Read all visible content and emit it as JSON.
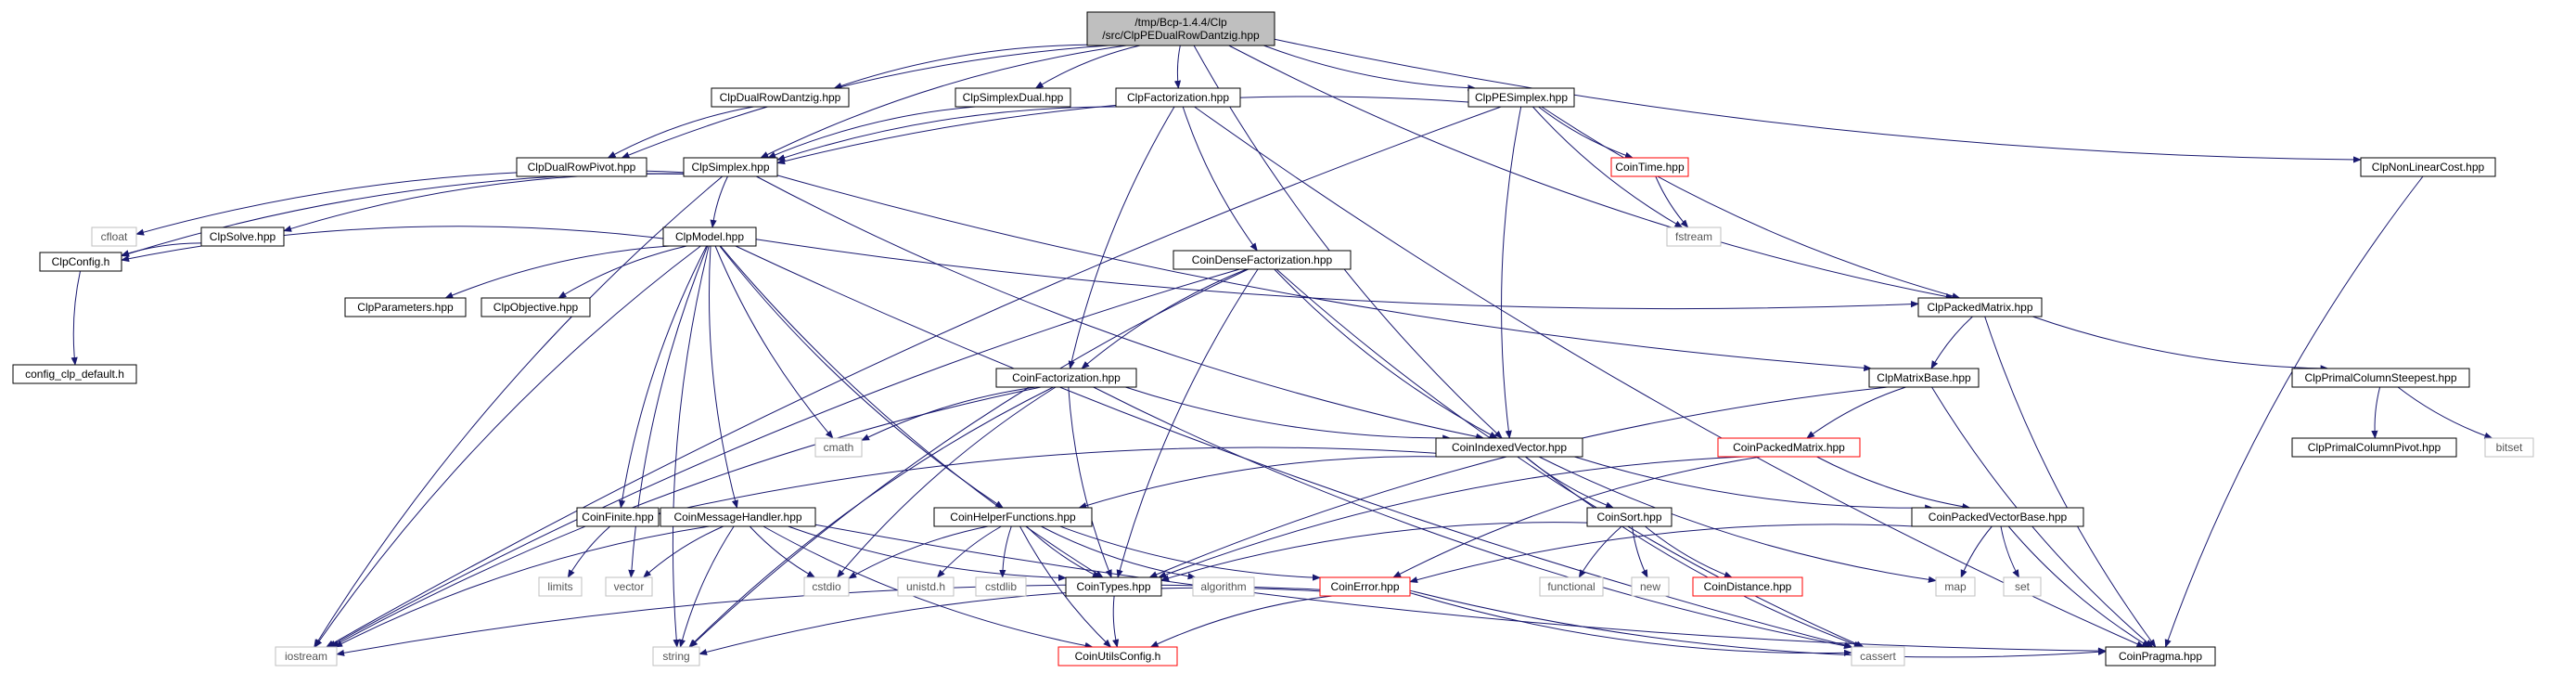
{
  "colors": {
    "edge": "#191970",
    "node_border": "#000000",
    "node_text": "#000000",
    "root_fill": "#bfbfbf",
    "truncated_border": "#ff0000",
    "system_border": "#bfbfbf",
    "system_text": "#555555"
  },
  "nodes": [
    {
      "id": "root",
      "lines": [
        "/tmp/Bcp-1.4.4/Clp",
        "/src/ClpPEDualRowDantzig.hpp"
      ],
      "kind": "root"
    },
    {
      "id": "ClpDualRowDantzig",
      "lines": [
        "ClpDualRowDantzig.hpp"
      ],
      "kind": "normal"
    },
    {
      "id": "ClpSimplexDual",
      "lines": [
        "ClpSimplexDual.hpp"
      ],
      "kind": "normal"
    },
    {
      "id": "ClpFactorization",
      "lines": [
        "ClpFactorization.hpp"
      ],
      "kind": "normal"
    },
    {
      "id": "ClpPESimplex",
      "lines": [
        "ClpPESimplex.hpp"
      ],
      "kind": "normal"
    },
    {
      "id": "ClpNonLinearCost",
      "lines": [
        "ClpNonLinearCost.hpp"
      ],
      "kind": "normal"
    },
    {
      "id": "ClpDualRowPivot",
      "lines": [
        "ClpDualRowPivot.hpp"
      ],
      "kind": "normal"
    },
    {
      "id": "ClpSimplex",
      "lines": [
        "ClpSimplex.hpp"
      ],
      "kind": "normal"
    },
    {
      "id": "CoinTime",
      "lines": [
        "CoinTime.hpp"
      ],
      "kind": "truncated"
    },
    {
      "id": "fstream",
      "lines": [
        "fstream"
      ],
      "kind": "system"
    },
    {
      "id": "cfloat",
      "lines": [
        "cfloat"
      ],
      "kind": "system"
    },
    {
      "id": "ClpSolve",
      "lines": [
        "ClpSolve.hpp"
      ],
      "kind": "normal"
    },
    {
      "id": "ClpModel",
      "lines": [
        "ClpModel.hpp"
      ],
      "kind": "normal"
    },
    {
      "id": "ClpConfig",
      "lines": [
        "ClpConfig.h"
      ],
      "kind": "normal"
    },
    {
      "id": "config_clp_default",
      "lines": [
        "config_clp_default.h"
      ],
      "kind": "normal"
    },
    {
      "id": "ClpParameters",
      "lines": [
        "ClpParameters.hpp"
      ],
      "kind": "normal"
    },
    {
      "id": "ClpObjective",
      "lines": [
        "ClpObjective.hpp"
      ],
      "kind": "normal"
    },
    {
      "id": "CoinDenseFactorization",
      "lines": [
        "CoinDenseFactorization.hpp"
      ],
      "kind": "normal"
    },
    {
      "id": "ClpPackedMatrix",
      "lines": [
        "ClpPackedMatrix.hpp"
      ],
      "kind": "normal"
    },
    {
      "id": "ClpMatrixBase",
      "lines": [
        "ClpMatrixBase.hpp"
      ],
      "kind": "normal"
    },
    {
      "id": "ClpPrimalColumnSteepest",
      "lines": [
        "ClpPrimalColumnSteepest.hpp"
      ],
      "kind": "normal"
    },
    {
      "id": "ClpPrimalColumnPivot",
      "lines": [
        "ClpPrimalColumnPivot.hpp"
      ],
      "kind": "normal"
    },
    {
      "id": "bitset",
      "lines": [
        "bitset"
      ],
      "kind": "system"
    },
    {
      "id": "CoinFactorization",
      "lines": [
        "CoinFactorization.hpp"
      ],
      "kind": "normal"
    },
    {
      "id": "cmath",
      "lines": [
        "cmath"
      ],
      "kind": "system"
    },
    {
      "id": "CoinIndexedVector",
      "lines": [
        "CoinIndexedVector.hpp"
      ],
      "kind": "normal"
    },
    {
      "id": "CoinPackedMatrix",
      "lines": [
        "CoinPackedMatrix.hpp"
      ],
      "kind": "truncated"
    },
    {
      "id": "CoinFinite",
      "lines": [
        "CoinFinite.hpp"
      ],
      "kind": "normal"
    },
    {
      "id": "CoinMessageHandler",
      "lines": [
        "CoinMessageHandler.hpp"
      ],
      "kind": "normal"
    },
    {
      "id": "CoinHelperFunctions",
      "lines": [
        "CoinHelperFunctions.hpp"
      ],
      "kind": "normal"
    },
    {
      "id": "CoinSort",
      "lines": [
        "CoinSort.hpp"
      ],
      "kind": "normal"
    },
    {
      "id": "CoinPackedVectorBase",
      "lines": [
        "CoinPackedVectorBase.hpp"
      ],
      "kind": "normal"
    },
    {
      "id": "limits",
      "lines": [
        "limits"
      ],
      "kind": "system"
    },
    {
      "id": "vector",
      "lines": [
        "vector"
      ],
      "kind": "system"
    },
    {
      "id": "cstdio",
      "lines": [
        "cstdio"
      ],
      "kind": "system"
    },
    {
      "id": "unistd",
      "lines": [
        "unistd.h"
      ],
      "kind": "system"
    },
    {
      "id": "cstdlib",
      "lines": [
        "cstdlib"
      ],
      "kind": "system"
    },
    {
      "id": "CoinTypes",
      "lines": [
        "CoinTypes.hpp"
      ],
      "kind": "normal"
    },
    {
      "id": "algorithm",
      "lines": [
        "algorithm"
      ],
      "kind": "system"
    },
    {
      "id": "CoinError",
      "lines": [
        "CoinError.hpp"
      ],
      "kind": "truncated"
    },
    {
      "id": "functional",
      "lines": [
        "functional"
      ],
      "kind": "system"
    },
    {
      "id": "new",
      "lines": [
        "new"
      ],
      "kind": "system"
    },
    {
      "id": "CoinDistance",
      "lines": [
        "CoinDistance.hpp"
      ],
      "kind": "truncated"
    },
    {
      "id": "map",
      "lines": [
        "map"
      ],
      "kind": "system"
    },
    {
      "id": "set",
      "lines": [
        "set"
      ],
      "kind": "system"
    },
    {
      "id": "iostream",
      "lines": [
        "iostream"
      ],
      "kind": "system"
    },
    {
      "id": "string",
      "lines": [
        "string"
      ],
      "kind": "system"
    },
    {
      "id": "CoinUtilsConfig",
      "lines": [
        "CoinUtilsConfig.h"
      ],
      "kind": "truncated"
    },
    {
      "id": "cassert",
      "lines": [
        "cassert"
      ],
      "kind": "system"
    },
    {
      "id": "CoinPragma",
      "lines": [
        "CoinPragma.hpp"
      ],
      "kind": "normal"
    }
  ],
  "edges": [
    [
      "root",
      "ClpDualRowDantzig"
    ],
    [
      "root",
      "ClpSimplexDual"
    ],
    [
      "root",
      "ClpFactorization"
    ],
    [
      "root",
      "ClpPESimplex"
    ],
    [
      "root",
      "ClpNonLinearCost"
    ],
    [
      "root",
      "ClpDualRowPivot"
    ],
    [
      "root",
      "ClpSimplex"
    ],
    [
      "root",
      "ClpPackedMatrix"
    ],
    [
      "root",
      "CoinIndexedVector"
    ],
    [
      "ClpDualRowDantzig",
      "ClpDualRowPivot"
    ],
    [
      "ClpSimplexDual",
      "ClpSimplex"
    ],
    [
      "ClpFactorization",
      "ClpSimplex"
    ],
    [
      "ClpFactorization",
      "CoinFactorization"
    ],
    [
      "ClpFactorization",
      "CoinDenseFactorization"
    ],
    [
      "ClpFactorization",
      "CoinPragma"
    ],
    [
      "ClpPESimplex",
      "ClpSimplex"
    ],
    [
      "ClpPESimplex",
      "CoinTime"
    ],
    [
      "ClpPESimplex",
      "fstream"
    ],
    [
      "ClpPESimplex",
      "ClpPackedMatrix"
    ],
    [
      "ClpPESimplex",
      "CoinIndexedVector"
    ],
    [
      "ClpPESimplex",
      "iostream"
    ],
    [
      "ClpNonLinearCost",
      "CoinPragma"
    ],
    [
      "CoinTime",
      "fstream"
    ],
    [
      "ClpSimplex",
      "cfloat"
    ],
    [
      "ClpSimplex",
      "ClpSolve"
    ],
    [
      "ClpSimplex",
      "ClpModel"
    ],
    [
      "ClpSimplex",
      "ClpConfig"
    ],
    [
      "ClpSimplex",
      "ClpMatrixBase"
    ],
    [
      "ClpSimplex",
      "CoinIndexedVector"
    ],
    [
      "ClpSimplex",
      "iostream"
    ],
    [
      "ClpSolve",
      "ClpConfig"
    ],
    [
      "ClpConfig",
      "config_clp_default"
    ],
    [
      "ClpModel",
      "ClpConfig"
    ],
    [
      "ClpModel",
      "ClpParameters"
    ],
    [
      "ClpModel",
      "ClpObjective"
    ],
    [
      "ClpModel",
      "ClpPackedMatrix"
    ],
    [
      "ClpModel",
      "CoinMessageHandler"
    ],
    [
      "ClpModel",
      "CoinHelperFunctions"
    ],
    [
      "ClpModel",
      "CoinFinite"
    ],
    [
      "ClpModel",
      "CoinTypes"
    ],
    [
      "ClpModel",
      "cmath"
    ],
    [
      "ClpModel",
      "vector"
    ],
    [
      "ClpModel",
      "iostream"
    ],
    [
      "ClpModel",
      "string"
    ],
    [
      "ClpModel",
      "cassert"
    ],
    [
      "CoinDenseFactorization",
      "CoinFactorization"
    ],
    [
      "CoinDenseFactorization",
      "CoinIndexedVector"
    ],
    [
      "CoinDenseFactorization",
      "CoinTypes"
    ],
    [
      "CoinDenseFactorization",
      "iostream"
    ],
    [
      "CoinDenseFactorization",
      "string"
    ],
    [
      "CoinDenseFactorization",
      "cassert"
    ],
    [
      "ClpPackedMatrix",
      "ClpMatrixBase"
    ],
    [
      "ClpPackedMatrix",
      "ClpPrimalColumnSteepest"
    ],
    [
      "ClpPackedMatrix",
      "CoinPragma"
    ],
    [
      "ClpMatrixBase",
      "CoinPackedMatrix"
    ],
    [
      "ClpMatrixBase",
      "CoinTypes"
    ],
    [
      "ClpMatrixBase",
      "CoinPragma"
    ],
    [
      "ClpPrimalColumnSteepest",
      "ClpPrimalColumnPivot"
    ],
    [
      "ClpPrimalColumnSteepest",
      "bitset"
    ],
    [
      "CoinFactorization",
      "cmath"
    ],
    [
      "CoinFactorization",
      "CoinIndexedVector"
    ],
    [
      "CoinFactorization",
      "CoinTypes"
    ],
    [
      "CoinFactorization",
      "iostream"
    ],
    [
      "CoinFactorization",
      "string"
    ],
    [
      "CoinFactorization",
      "cstdio"
    ],
    [
      "CoinFactorization",
      "cassert"
    ],
    [
      "CoinIndexedVector",
      "CoinFinite"
    ],
    [
      "CoinIndexedVector",
      "CoinHelperFunctions"
    ],
    [
      "CoinIndexedVector",
      "CoinSort"
    ],
    [
      "CoinIndexedVector",
      "CoinPackedVectorBase"
    ],
    [
      "CoinIndexedVector",
      "map"
    ],
    [
      "CoinIndexedVector",
      "cassert"
    ],
    [
      "CoinPackedMatrix",
      "CoinPackedVectorBase"
    ],
    [
      "CoinPackedMatrix",
      "CoinError"
    ],
    [
      "CoinPackedMatrix",
      "CoinTypes"
    ],
    [
      "CoinFinite",
      "limits"
    ],
    [
      "CoinMessageHandler",
      "vector"
    ],
    [
      "CoinMessageHandler",
      "cstdio"
    ],
    [
      "CoinMessageHandler",
      "CoinPragma"
    ],
    [
      "CoinMessageHandler",
      "iostream"
    ],
    [
      "CoinMessageHandler",
      "string"
    ],
    [
      "CoinMessageHandler",
      "CoinUtilsConfig"
    ],
    [
      "CoinMessageHandler",
      "CoinTypes"
    ],
    [
      "CoinHelperFunctions",
      "CoinTypes"
    ],
    [
      "CoinHelperFunctions",
      "CoinError"
    ],
    [
      "CoinHelperFunctions",
      "cstdio"
    ],
    [
      "CoinHelperFunctions",
      "unistd"
    ],
    [
      "CoinHelperFunctions",
      "cstdlib"
    ],
    [
      "CoinHelperFunctions",
      "algorithm"
    ],
    [
      "CoinHelperFunctions",
      "CoinUtilsConfig"
    ],
    [
      "CoinSort",
      "functional"
    ],
    [
      "CoinSort",
      "new"
    ],
    [
      "CoinSort",
      "CoinDistance"
    ],
    [
      "CoinSort",
      "CoinTypes"
    ],
    [
      "CoinPackedVectorBase",
      "CoinError"
    ],
    [
      "CoinPackedVectorBase",
      "map"
    ],
    [
      "CoinPackedVectorBase",
      "set"
    ],
    [
      "CoinPackedVectorBase",
      "CoinPragma"
    ],
    [
      "CoinTypes",
      "CoinUtilsConfig"
    ],
    [
      "CoinError",
      "iostream"
    ],
    [
      "CoinError",
      "string"
    ],
    [
      "CoinError",
      "cassert"
    ],
    [
      "CoinError",
      "CoinUtilsConfig"
    ],
    [
      "CoinError",
      "CoinPragma"
    ]
  ]
}
